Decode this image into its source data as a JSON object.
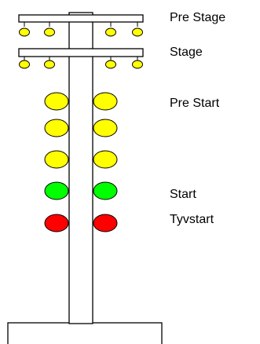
{
  "labels": {
    "pre_stage": "Pre Stage",
    "stage": "Stage",
    "pre_start": "Pre Start",
    "start": "Start",
    "false_start": "Tyvstart"
  },
  "colors": {
    "amber": "#ffff00",
    "green": "#00ff00",
    "red": "#ff0000",
    "outline": "#000000",
    "background": "#ffffff"
  }
}
